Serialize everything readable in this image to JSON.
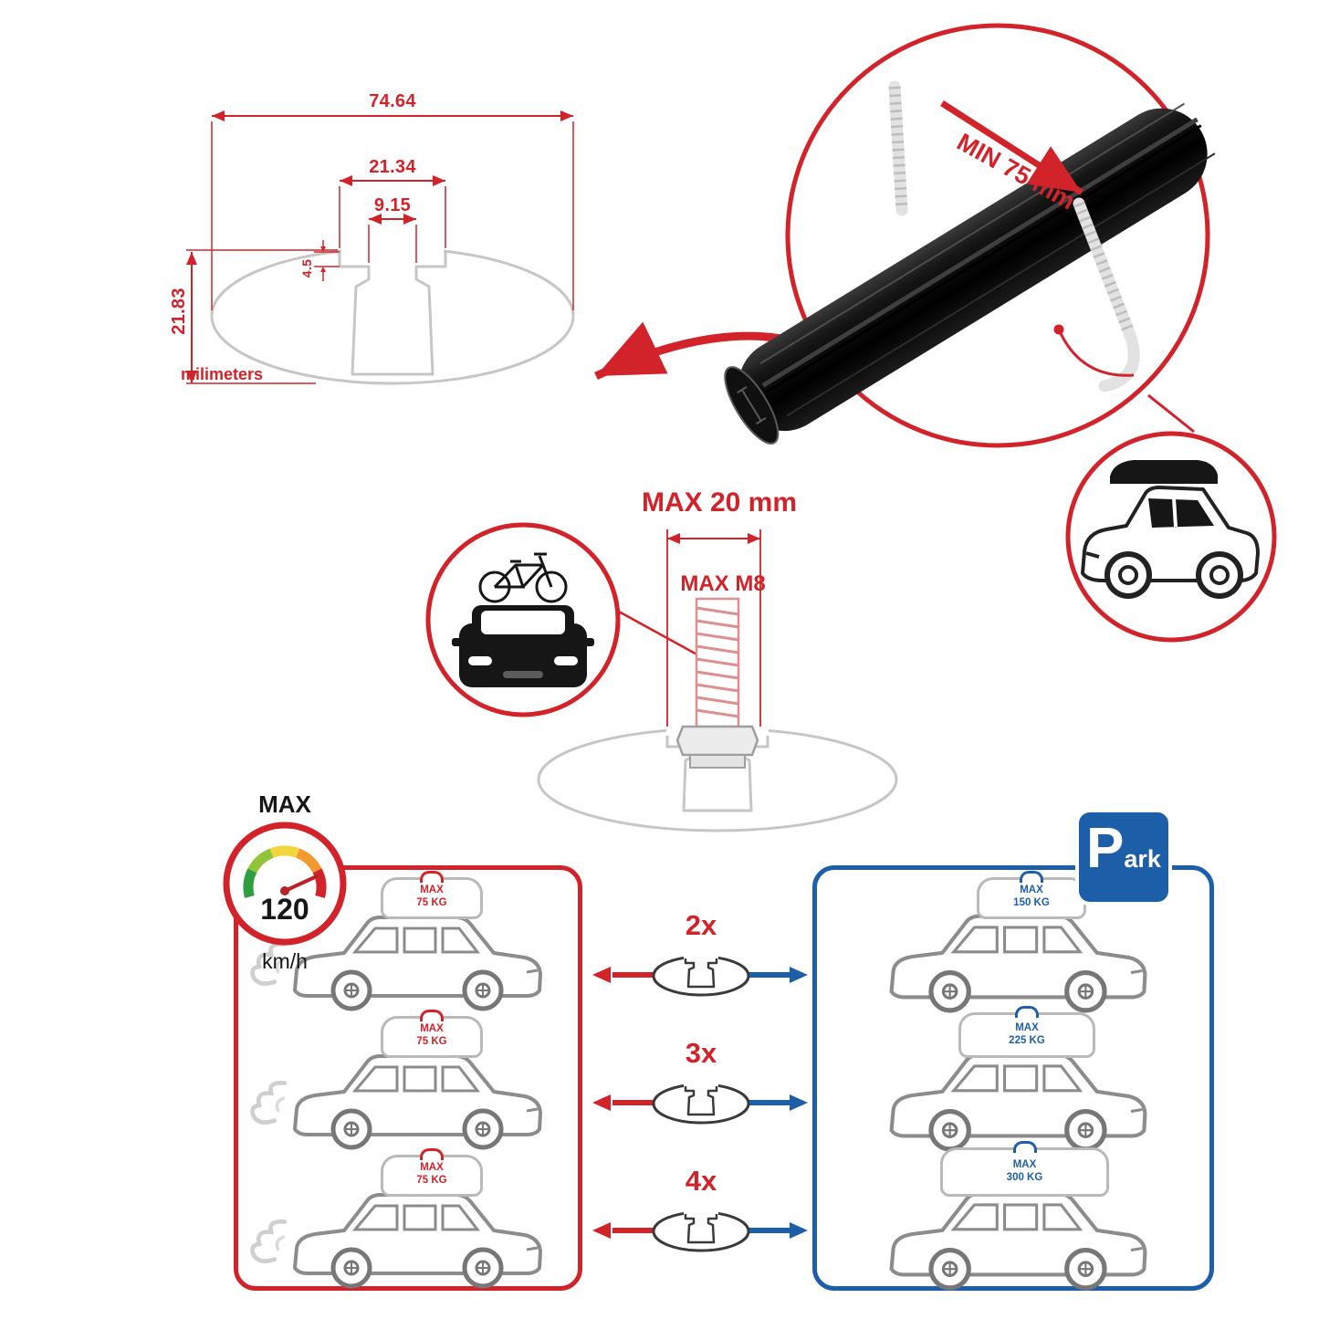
{
  "colors": {
    "red": "#d2232a",
    "blue": "#1c5fa8",
    "gray": "#c6c6c6",
    "black": "#161616"
  },
  "profile_dimensions": {
    "total_width": "74.64",
    "channel_width": "21.34",
    "slot_width": "9.15",
    "lip_depth": "4.5",
    "total_height": "21.83",
    "units": "milimeters"
  },
  "clamp_note": {
    "min_clearance": "MIN 75 mm"
  },
  "bolt_note": {
    "max_length": "MAX 20 mm",
    "max_thread": "MAX M8"
  },
  "speed_limit": {
    "label": "MAX",
    "value": "120",
    "units": "km/h"
  },
  "panels": {
    "left": {
      "cars": [
        {
          "load_label": "MAX",
          "load_value": "75 KG"
        },
        {
          "load_label": "MAX",
          "load_value": "75 KG"
        },
        {
          "load_label": "MAX",
          "load_value": "75 KG"
        }
      ]
    },
    "multipliers": [
      {
        "label": "2x"
      },
      {
        "label": "3x"
      },
      {
        "label": "4x"
      }
    ],
    "right": {
      "park_sign": {
        "letter": "P",
        "suffix": "ark"
      },
      "cars": [
        {
          "load_label": "MAX",
          "load_value": "150 KG"
        },
        {
          "load_label": "MAX",
          "load_value": "225 KG"
        },
        {
          "load_label": "MAX",
          "load_value": "300 KG"
        }
      ]
    }
  },
  "icons": {
    "crossbar_3d": "black-crossbar-render",
    "u_bolt": "threaded-u-bolt",
    "suv_roofbox": "suv-with-roof-box",
    "car_front_bike": "car-front-with-bike",
    "bolt": "mounting-bolt",
    "speedometer": "speed-gauge",
    "car_side": "suv-side-view",
    "cargo_bag": "roof-cargo-bag",
    "profile": "crossbar-cross-section",
    "park": "parking-sign"
  }
}
